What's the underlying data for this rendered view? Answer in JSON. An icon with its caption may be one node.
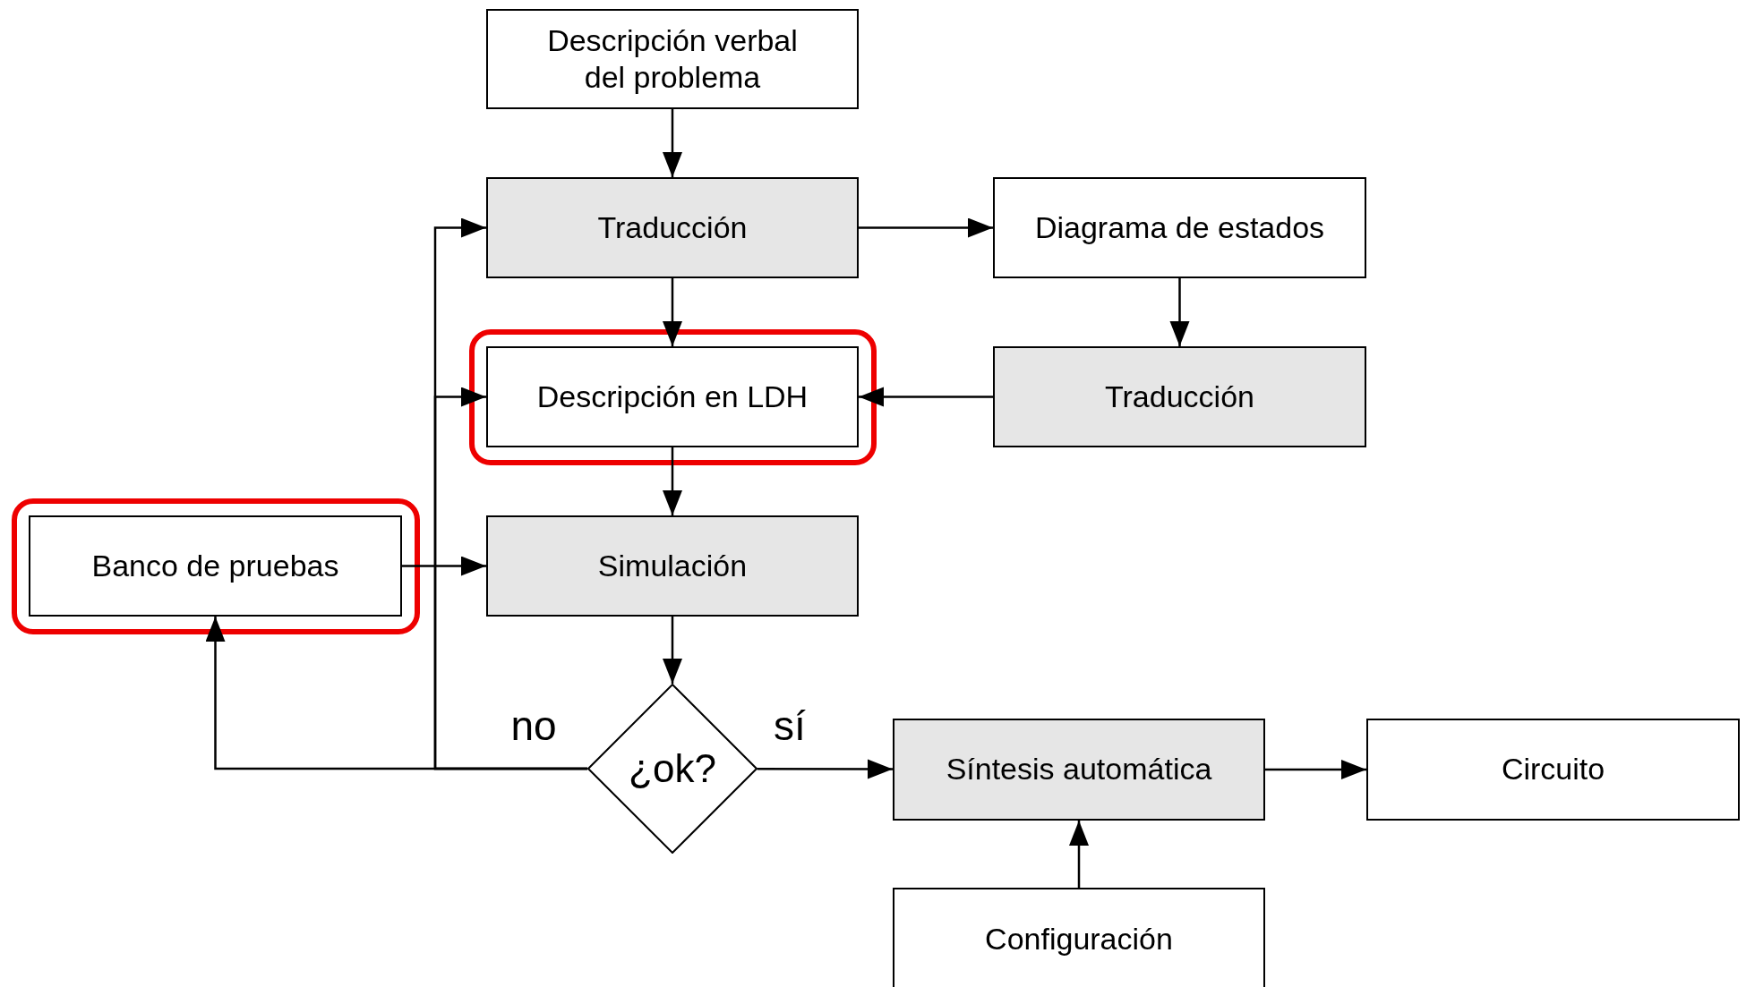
{
  "diagram": {
    "nodes": [
      {
        "text": [
          "Descripción verbal del problema"
        ]
      },
      {
        "text": [
          "Traducción"
        ]
      },
      {
        "text": [
          "Diagrama de estados"
        ]
      },
      {
        "text": [],
        "shape": "box"
      },
      {
        "text": [
          "Descripción en LDH"
        ],
        "in": 3
      },
      {
        "text": [
          "Traducción"
        ]
      },
      {
        "text": [],
        "shape": "box"
      },
      {
        "text": [
          "Banco de pruebas"
        ],
        "in": 6
      },
      {
        "text": [
          "Simulación"
        ]
      },
      {
        "text": [
          "¿ok?"
        ]
      },
      {
        "text": [
          "Síntesis automática"
        ]
      },
      {
        "text": [
          "Circuito"
        ]
      },
      {
        "text": [
          "Configuración"
        ]
      }
    ],
    "edges": [
      {
        "from": 0,
        "to": 1,
        "arrow": "to"
      },
      {
        "from": 1,
        "to": 2,
        "arrow": "to"
      },
      {
        "from": 1,
        "to": 4,
        "arrow": "to"
      },
      {
        "from": 2,
        "to": 5,
        "arrow": "to"
      },
      {
        "from": 5,
        "to": 4,
        "arrow": "to"
      },
      {
        "from": 4,
        "to": 8,
        "arrow": "to"
      },
      {
        "from": 7,
        "to": 8,
        "arrow": "to"
      },
      {
        "from": 8,
        "to": 9,
        "arrow": "to"
      },
      {
        "from": 9,
        "to": 10,
        "arrow": "to",
        "label": "sí"
      },
      {
        "from": 9,
        "to": 7,
        "arrow": "to",
        "label": "no"
      },
      {
        "from": 9,
        "to": 1,
        "arrow": "to"
      },
      {
        "from": 9,
        "to": 4,
        "arrow": "to"
      },
      {
        "from": 10,
        "to": 11,
        "arrow": "to"
      },
      {
        "from": 12,
        "to": 10,
        "arrow": "to"
      }
    ]
  }
}
